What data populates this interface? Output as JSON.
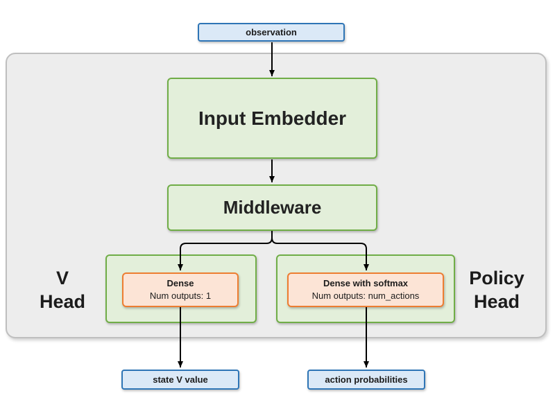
{
  "colors": {
    "blue_border": "#2e75b6",
    "blue_fill": "#dbe9f7",
    "green_border": "#70ad47",
    "green_fill": "#e3efda",
    "orange_border": "#ed7d31",
    "orange_fill": "#fce4d6",
    "container_fill": "#ededed",
    "container_border": "#bfbfbf",
    "arrow": "#000000"
  },
  "nodes": {
    "observation": "observation",
    "input_embedder": "Input Embedder",
    "middleware": "Middleware",
    "v_head_dense_title": "Dense",
    "v_head_dense_subtitle": "Num outputs: 1",
    "policy_head_dense_title": "Dense with softmax",
    "policy_head_dense_subtitle": "Num outputs: num_actions",
    "state_v_value": "state V value",
    "action_probabilities": "action probabilities"
  },
  "labels": {
    "v_head_line1": "V",
    "v_head_line2": "Head",
    "policy_head_line1": "Policy",
    "policy_head_line2": "Head"
  }
}
